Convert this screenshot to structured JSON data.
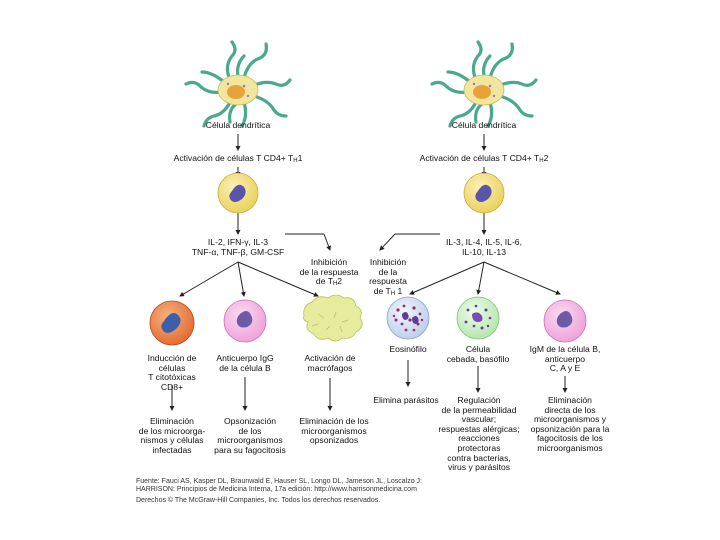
{
  "left": {
    "dendritic_label": "Célula dendrítica",
    "activation_label": "Activación de células T CD4+ T",
    "activation_sub": "H",
    "activation_tail": "1",
    "cytokines_line1": "IL-2, IFN-γ, IL-3",
    "cytokines_line2": "TNF-α, TNF-β, GM-CSF",
    "inhibition_line1": "Inhibición",
    "inhibition_line2": "de la respuesta",
    "inhibition_line3a": "de T",
    "inhibition_sub": "H",
    "inhibition_tail": "2",
    "outcome1_lines": [
      "Inducción de",
      "células",
      "T citotóxicas",
      "CD8+"
    ],
    "outcome2_lines": [
      "Anticuerpo IgG",
      "de la célula B"
    ],
    "outcome3_lines": [
      "Activación de",
      "macrófagos"
    ],
    "effect1_lines": [
      "Eliminación",
      "de los microorga-",
      "nismos y células",
      "infectadas"
    ],
    "effect2_lines": [
      "Opsonización",
      "de los",
      "microorganismos",
      "para su fagocitosis"
    ],
    "effect3_lines": [
      "Eliminación de los",
      "microorganismos",
      "opsonizados"
    ]
  },
  "right": {
    "dendritic_label": "Célula dendrítica",
    "activation_label": "Activación de células T CD4+ T",
    "activation_sub": "H",
    "activation_tail": "2",
    "cytokines_line1": "IL-3, IL-4, IL-5, IL-6,",
    "cytokines_line2": "IL-10, IL-13",
    "inhibition_line1": "Inhibición",
    "inhibition_line2": "de la",
    "inhibition_line3": "respuesta",
    "inhibition_line4a": "de T",
    "inhibition_sub": "H",
    "inhibition_tail": " 1",
    "outcome1_lines": [
      "Eosinófilo"
    ],
    "outcome2_lines": [
      "Célula",
      "cebada, basófilo"
    ],
    "outcome3_lines": [
      "IgM de la célula B,",
      "anticuerpo",
      "C, A y E"
    ],
    "effect1_lines": [
      "Elimina parásitos"
    ],
    "effect2_lines": [
      "Regulación",
      "de la permeabilidad",
      "vascular;",
      "respuestas alérgicas;",
      "reacciones",
      "protectoras",
      "contra bacterias,",
      "virus y parásitos"
    ],
    "effect3_lines": [
      "Eliminación",
      "directa de los",
      "microorganismos y",
      "opsonización para la",
      "fagocitosis de los",
      "microorganismos"
    ]
  },
  "footer": {
    "line1": "Fuente: Fauci AS, Kasper DL, Braunwald E, Hauser SL, Longo DL, Jameson JL, Loscalzo J:",
    "line2": "HARRISON: Principios de Medicina Interna, 17a edición: http://www.harrisonmedicina.com",
    "line3": "Derechos © The McGraw-Hill Companies, Inc. Todos los derechos reservados."
  },
  "colors": {
    "arrow": "#222222",
    "dendritic_body": "#f0e6a0",
    "dendritic_arm": "#49a88e",
    "dendritic_nucleus": "#e9a23a",
    "th_cell": "#f3df7a",
    "th_nucleus": "#5a55a8",
    "ctl_cell": "#e8874a",
    "ctl_nucleus": "#3f5ea8",
    "bcell": "#f3b8e3",
    "bcell_nucleus": "#6f5aa8",
    "macrophage": "#e6ec9c",
    "eosinophil": "#d6e3f4",
    "eosinophil_granule": "#a0246c",
    "mast": "#cfeec8",
    "mast_granule": "#5a3c8f"
  }
}
